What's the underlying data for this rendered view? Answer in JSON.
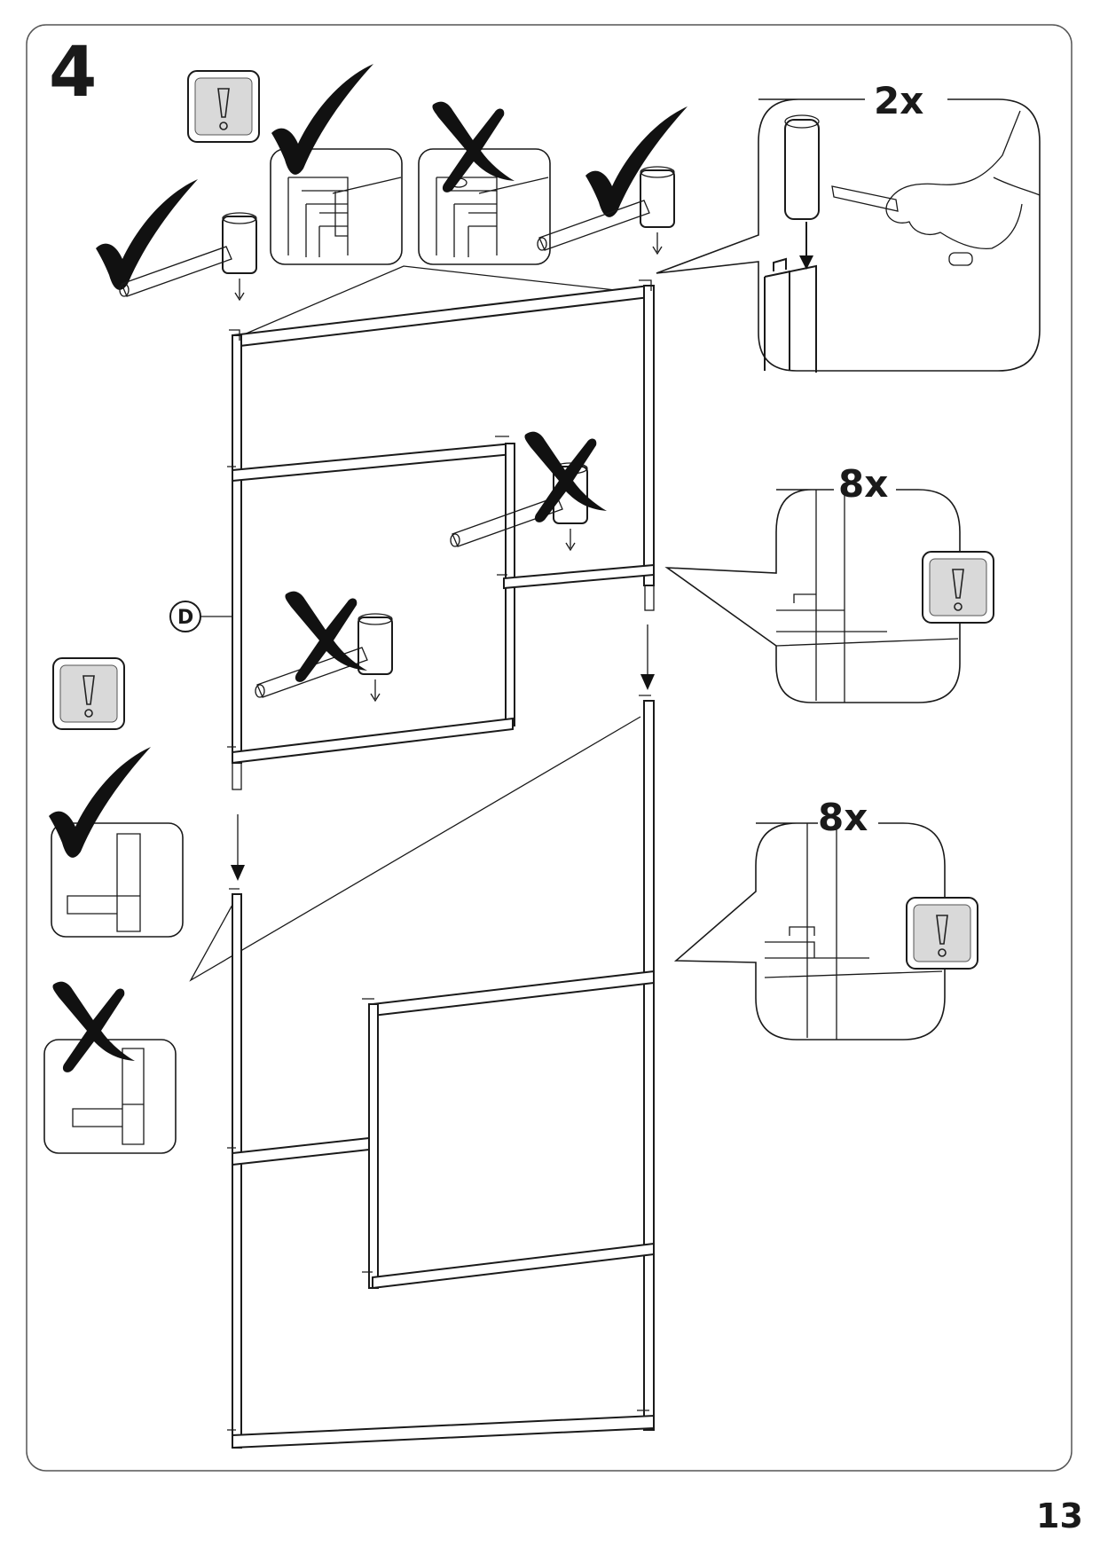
{
  "step": {
    "number": "4"
  },
  "callouts": {
    "top_right_qty": "2x",
    "middle_right_qty": "8x",
    "lower_right_qty": "8x"
  },
  "part_label": "D",
  "page_number": "13",
  "icons": {
    "warning": "exclamation-warning-icon",
    "check": "checkmark-icon",
    "cross": "cross-icon",
    "mallet": "mallet-icon",
    "hand": "hand-icon"
  },
  "colors": {
    "line": "#1a1a1a",
    "warning_fill": "#d9d9d9",
    "background": "#ffffff"
  }
}
